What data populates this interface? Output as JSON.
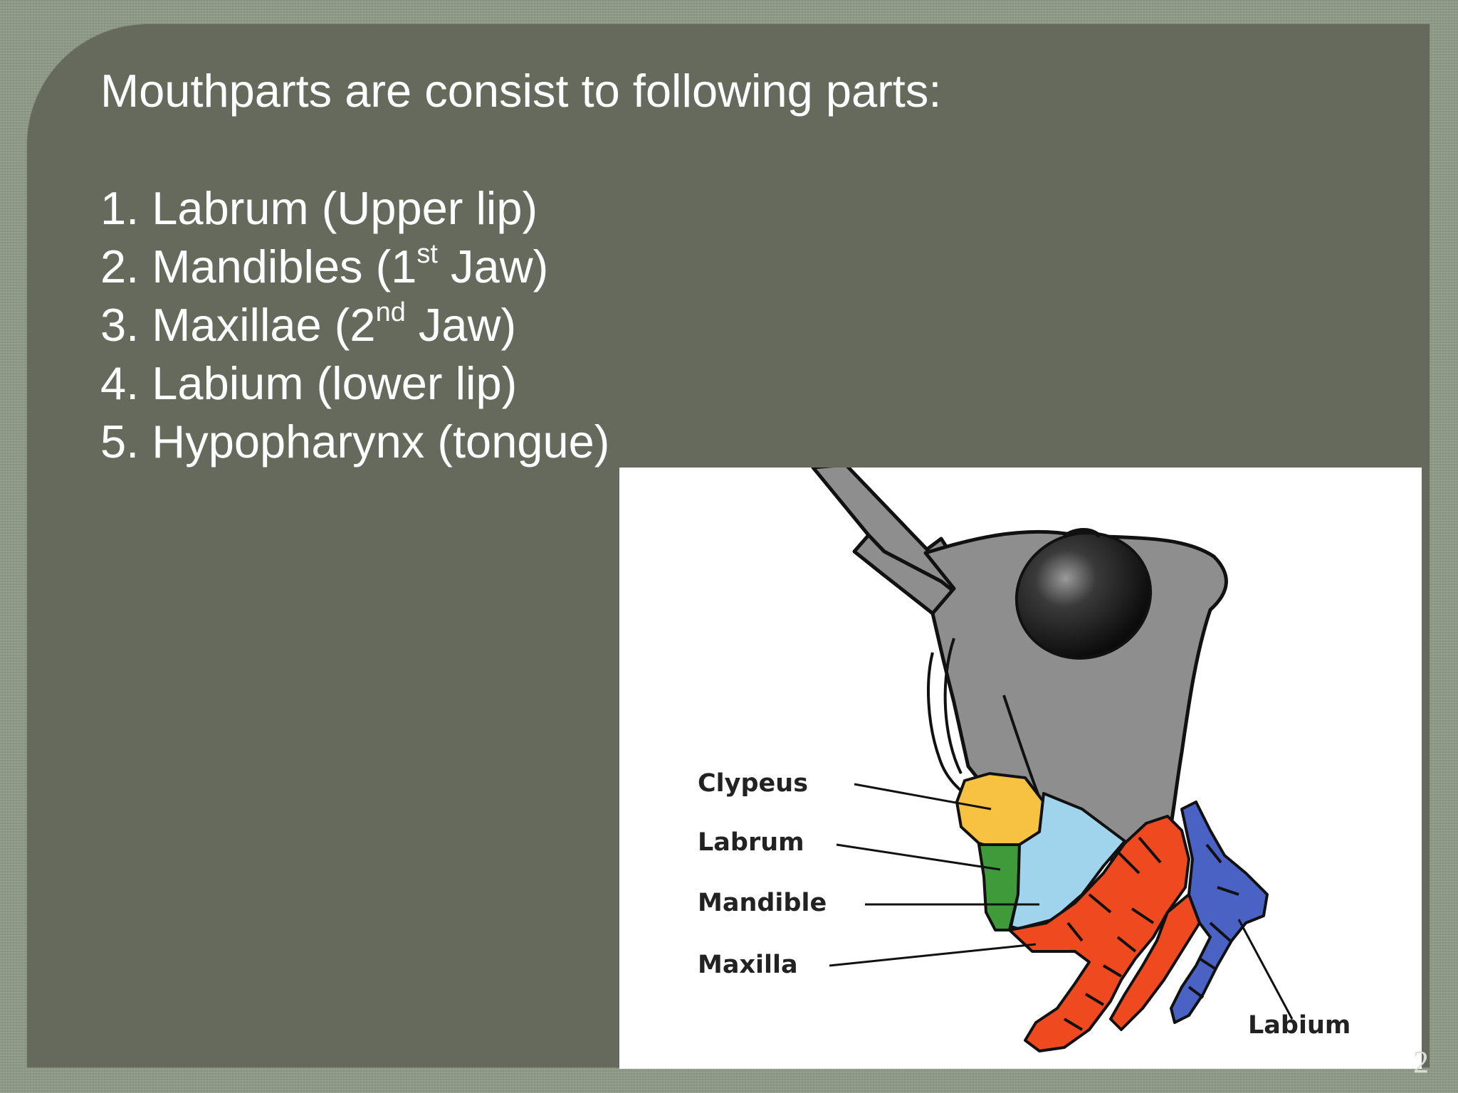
{
  "slide": {
    "title": "Mouthparts are consist to following parts:",
    "parts": [
      {
        "num": "1.",
        "name": "Labrum",
        "paren": "(Upper lip)",
        "sup": ""
      },
      {
        "num": "2.",
        "name": "Mandibles",
        "paren_pre": "(1",
        "sup": "st",
        "paren_post": " Jaw)"
      },
      {
        "num": "3.",
        "name": "Maxillae",
        "paren_pre": "(2",
        "sup": "nd",
        "paren_post": " Jaw)"
      },
      {
        "num": "4.",
        "name": "Labium",
        "paren": "(lower lip)",
        "sup": ""
      },
      {
        "num": "5.",
        "name": "Hypopharynx",
        "paren": "(tongue)",
        "sup": ""
      }
    ],
    "page_number": "2"
  },
  "diagram": {
    "labels": {
      "clypeus": "Clypeus",
      "labrum": "Labrum",
      "mandible": "Mandible",
      "maxilla": "Maxilla",
      "labium": "Labium"
    },
    "colors": {
      "head": "#8e8e8e",
      "eye": "#1e1e1e",
      "clypeus": "#f7c142",
      "labrum": "#3f9a3a",
      "mandible": "#9fd4ec",
      "maxilla": "#ef4a1f",
      "labium": "#4a62c4",
      "outline": "#111111"
    }
  }
}
